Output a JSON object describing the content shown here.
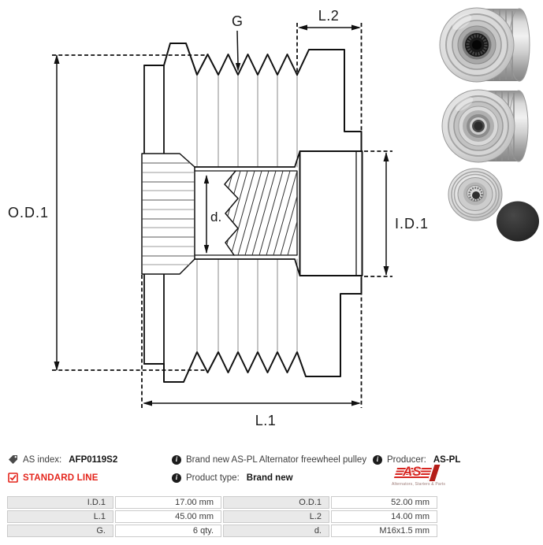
{
  "colors": {
    "accent_red": "#e4251c",
    "logo_red": "#d7241f",
    "drawing_line": "#111111",
    "thin_line": "#8a8a8a",
    "table_label_bg": "#e9e9e9",
    "table_border": "#cbcbcb"
  },
  "drawing": {
    "labels": {
      "od1": "O.D.1",
      "id1": "I.D.1",
      "l1": "L.1",
      "l2": "L.2",
      "g": "G",
      "d": "d."
    }
  },
  "photos": {
    "items": [
      "pulley-front-splined-bore",
      "pulley-rear-smooth-bore",
      "pulley-small-top-view",
      "black-plastic-cap"
    ]
  },
  "info": {
    "as_index": {
      "label": "AS index:",
      "value": "AFP0119S2"
    },
    "standard_line": "STANDARD LINE",
    "description": "Brand new AS-PL Alternator freewheel pulley",
    "product_type": {
      "label": "Product type:",
      "value": "Brand new"
    },
    "producer": {
      "label": "Producer:",
      "value": "AS-PL"
    },
    "logo": {
      "text": "AS",
      "caption": "Alternators, Starters & Parts"
    }
  },
  "spec_table": {
    "rows": [
      [
        "I.D.1",
        "17.00 mm",
        "O.D.1",
        "52.00 mm"
      ],
      [
        "L.1",
        "45.00 mm",
        "L.2",
        "14.00 mm"
      ],
      [
        "G.",
        "6 qty.",
        "d.",
        "M16x1.5 mm"
      ]
    ]
  }
}
